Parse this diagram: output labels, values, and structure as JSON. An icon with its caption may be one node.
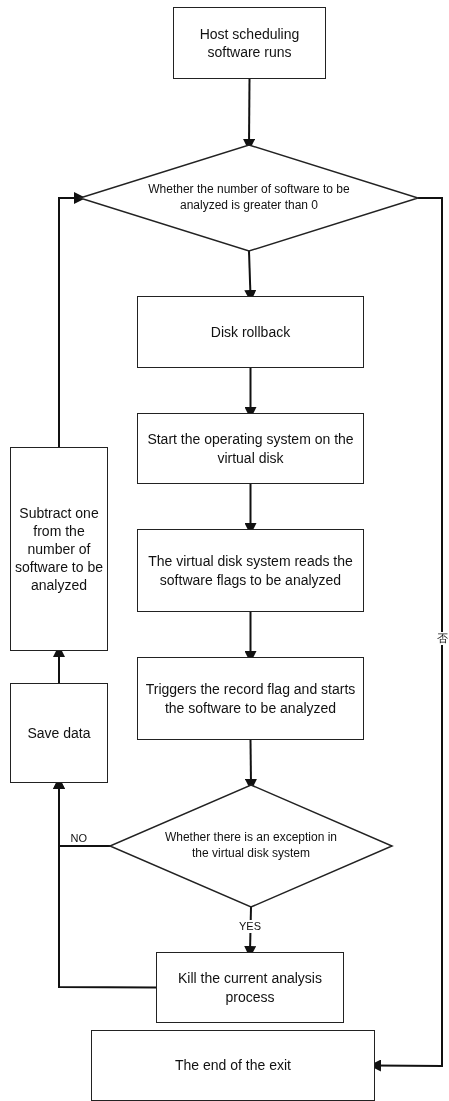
{
  "diagram": {
    "nodes": [
      {
        "text": [
          "Host scheduling software runs"
        ]
      },
      {
        "text": [
          "Whether the number of software to be analyzed is greater than 0"
        ]
      },
      {
        "text": [
          "Disk rollback"
        ]
      },
      {
        "text": [
          "Start the operating system on the virtual disk"
        ]
      },
      {
        "text": [
          "The virtual disk system reads the software flags to be analyzed"
        ]
      },
      {
        "text": [
          "Triggers the record flag and starts the software to be analyzed"
        ]
      },
      {
        "text": [
          "Whether there is an exception in the virtual disk system"
        ]
      },
      {
        "text": [
          "Kill the current analysis process"
        ]
      },
      {
        "text": [
          "The end of the exit"
        ]
      },
      {
        "text": [
          "Save data"
        ]
      },
      {
        "text": [
          "Subtract one from the number of software to be analyzed"
        ]
      }
    ],
    "edges": [
      {
        "from": 0,
        "to": 1,
        "arrow": "to"
      },
      {
        "from": 1,
        "to": 2,
        "arrow": "to"
      },
      {
        "from": 2,
        "to": 3,
        "arrow": "to"
      },
      {
        "from": 3,
        "to": 4,
        "arrow": "to"
      },
      {
        "from": 4,
        "to": 5,
        "arrow": "to"
      },
      {
        "from": 5,
        "to": 6,
        "arrow": "to"
      },
      {
        "from": 6,
        "to": 7,
        "arrow": "to",
        "label": "YES"
      },
      {
        "from": 6,
        "to": 9,
        "arrow": "to",
        "label": "NO"
      },
      {
        "from": 7,
        "to": 9,
        "arrow": "to"
      },
      {
        "from": 9,
        "to": 10,
        "arrow": "to"
      },
      {
        "from": 10,
        "to": 1,
        "arrow": "to"
      },
      {
        "from": 1,
        "to": 8,
        "arrow": "to",
        "label": "否"
      }
    ]
  }
}
